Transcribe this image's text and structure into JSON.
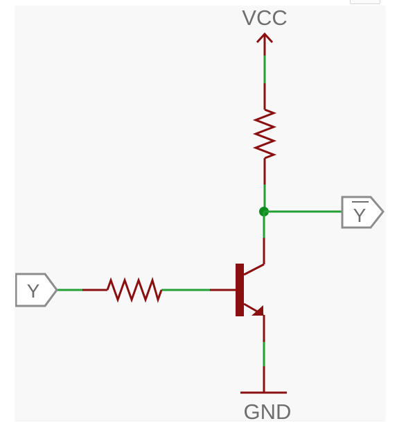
{
  "header": {
    "left_text": "",
    "right_text": ""
  },
  "schematic": {
    "supply_label": "VCC",
    "ground_label": "GND",
    "input_label": "Y",
    "output_label": "Y",
    "colors": {
      "component": "#8a1010",
      "wire": "#22a033",
      "junction": "#0f8a1f",
      "port_outline": "#8c8c8c",
      "label": "#6e6e6e"
    },
    "icons": [
      "resistor-icon",
      "npn-transistor-icon",
      "junction-dot-icon",
      "ground-symbol-icon",
      "supply-arrow-icon"
    ]
  }
}
